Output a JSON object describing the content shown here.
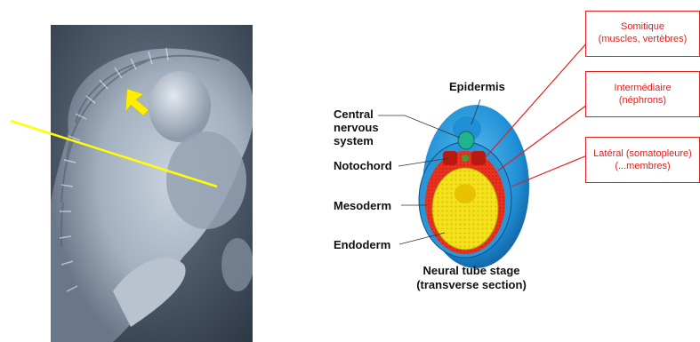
{
  "diagram": {
    "labels": {
      "epidermis": "Epidermis",
      "cns_line1": "Central",
      "cns_line2": "nervous",
      "cns_line3": "system",
      "notochord": "Notochord",
      "mesoderm": "Mesoderm",
      "endoderm": "Endoderm"
    },
    "caption": {
      "line1": "Neural tube stage",
      "line2": "(transverse section)"
    },
    "callouts": [
      {
        "line1": "Somitique",
        "line2": "(muscles, vertèbres)"
      },
      {
        "line1": "Intermédiaire",
        "line2": "(néphrons)"
      },
      {
        "line1": "Latéral (somatopleure)",
        "line2": "(...membres)"
      }
    ],
    "colors": {
      "callout_red": "#e0201c",
      "section_line_yellow": "#ffff00",
      "arrow_yellow": "#ffee00",
      "ectoderm_blue": "#1f8fd6",
      "mesoderm_red": "#e8311f",
      "endoderm_yellow": "#f5e21a"
    }
  }
}
